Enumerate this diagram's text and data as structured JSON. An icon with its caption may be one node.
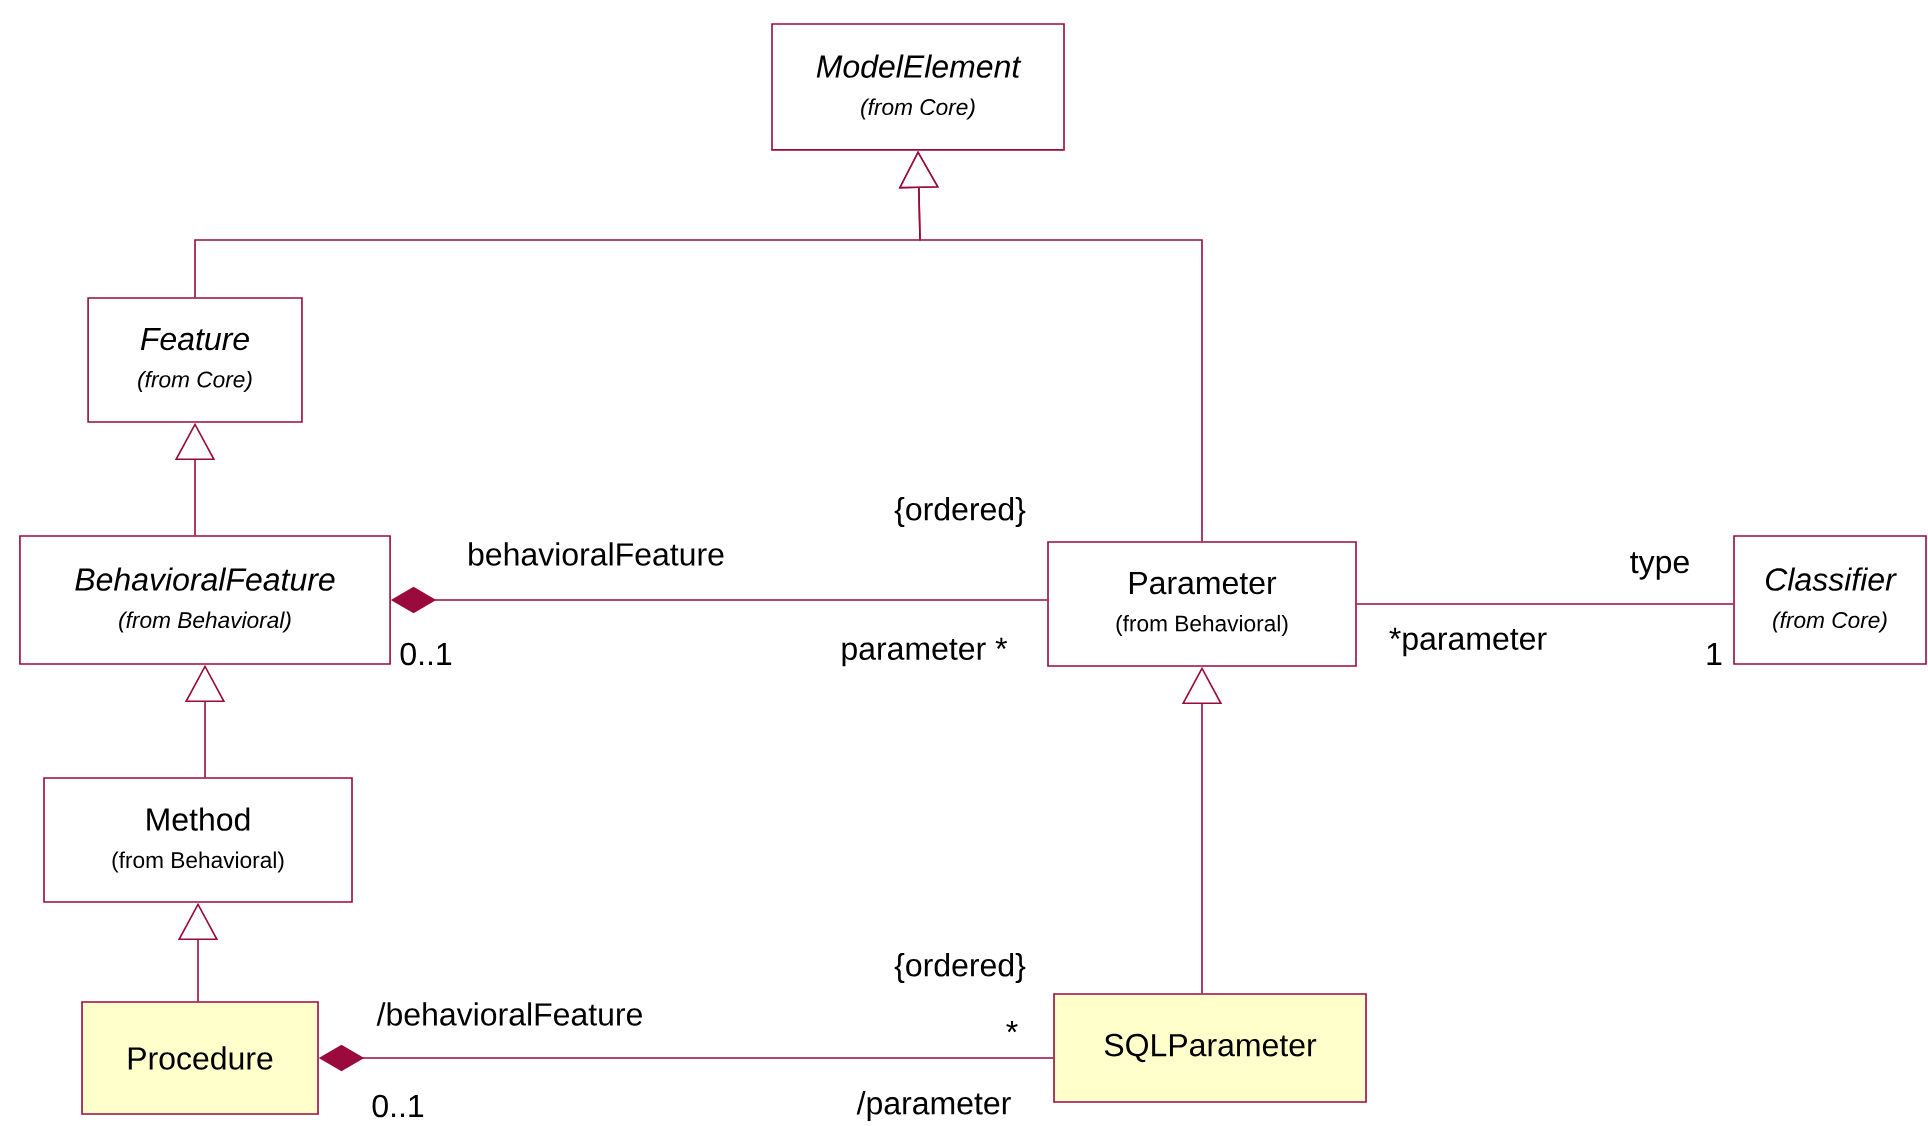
{
  "diagram": {
    "nodes": [
      {
        "text": [
          "ModelElement",
          "(from Core)"
        ]
      },
      {
        "text": [
          "Feature",
          "(from Core)"
        ]
      },
      {
        "text": [
          "BehavioralFeature",
          "(from Behavioral)"
        ]
      },
      {
        "text": [
          "Parameter",
          "(from Behavioral)"
        ]
      },
      {
        "text": [
          "Classifier",
          "(from Core)"
        ]
      },
      {
        "text": [
          "Method",
          "(from Behavioral)"
        ]
      },
      {
        "text": [
          "Procedure"
        ]
      },
      {
        "text": [
          "SQLParameter"
        ]
      }
    ],
    "edges": [
      {
        "from": 1,
        "to": 0,
        "arrow": "to"
      },
      {
        "from": 3,
        "to": 0,
        "arrow": "to"
      },
      {
        "from": 2,
        "to": 1,
        "arrow": "to"
      },
      {
        "from": 2,
        "to": 3,
        "arrow": "other"
      },
      {
        "from": 3,
        "to": 4,
        "arrow": "none"
      },
      {
        "from": 5,
        "to": 2,
        "arrow": "to"
      },
      {
        "from": 6,
        "to": 5,
        "arrow": "to"
      },
      {
        "from": 6,
        "to": 7,
        "arrow": "other"
      },
      {
        "from": 7,
        "to": 3,
        "arrow": "to"
      }
    ],
    "labels": [
      "{ordered}",
      "behavioralFeature",
      "type",
      "0..1",
      "parameter *",
      "*parameter",
      "1",
      "{ordered}",
      "/behavioralFeature",
      "*",
      "0..1",
      "/parameter"
    ]
  }
}
